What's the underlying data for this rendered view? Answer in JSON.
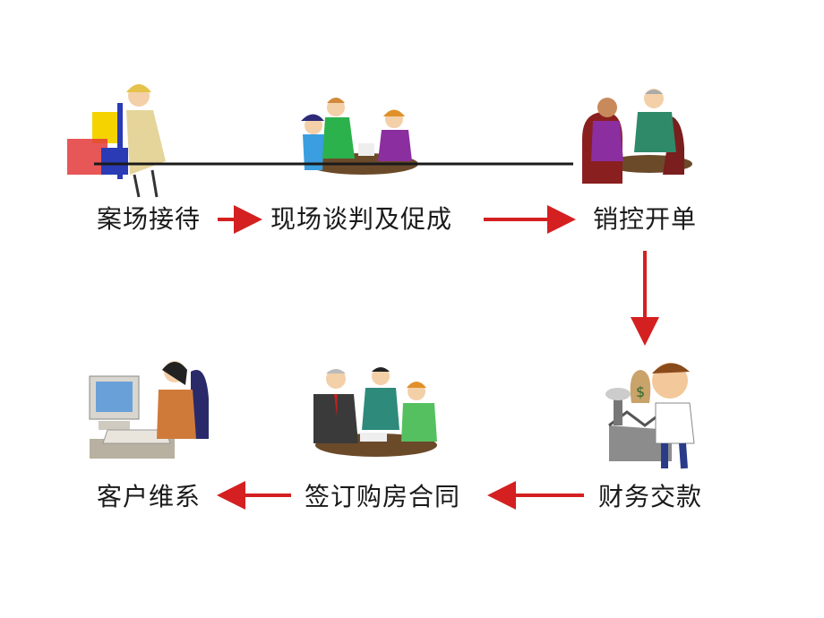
{
  "steps": [
    {
      "id": "reception",
      "label": "案场接待"
    },
    {
      "id": "negotiation",
      "label": "现场谈判及促成"
    },
    {
      "id": "sales-order",
      "label": "销控开单"
    },
    {
      "id": "payment",
      "label": "财务交款"
    },
    {
      "id": "contract",
      "label": "签订购房合同"
    },
    {
      "id": "maintenance",
      "label": "客户维系"
    }
  ],
  "colors": {
    "arrow": "#d42020",
    "text": "#1a1a1a",
    "background": "#ffffff"
  },
  "icons": {
    "reception": "receptionist-icon",
    "negotiation": "meeting-table-icon",
    "sales-order": "sales-desk-icon",
    "payment": "money-bag-person-icon",
    "contract": "contract-signing-icon",
    "maintenance": "computer-operator-icon"
  }
}
